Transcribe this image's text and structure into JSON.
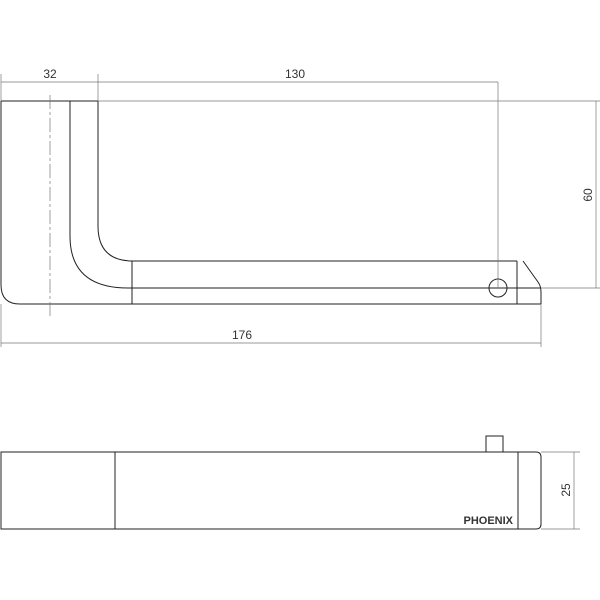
{
  "dimensions": {
    "width_base": "32",
    "arm_to_hole": "130",
    "height": "60",
    "overall_length": "176",
    "depth": "25"
  },
  "brand_label": "PHOENIX",
  "colors": {
    "line": "#222222",
    "dimension": "#777777"
  }
}
